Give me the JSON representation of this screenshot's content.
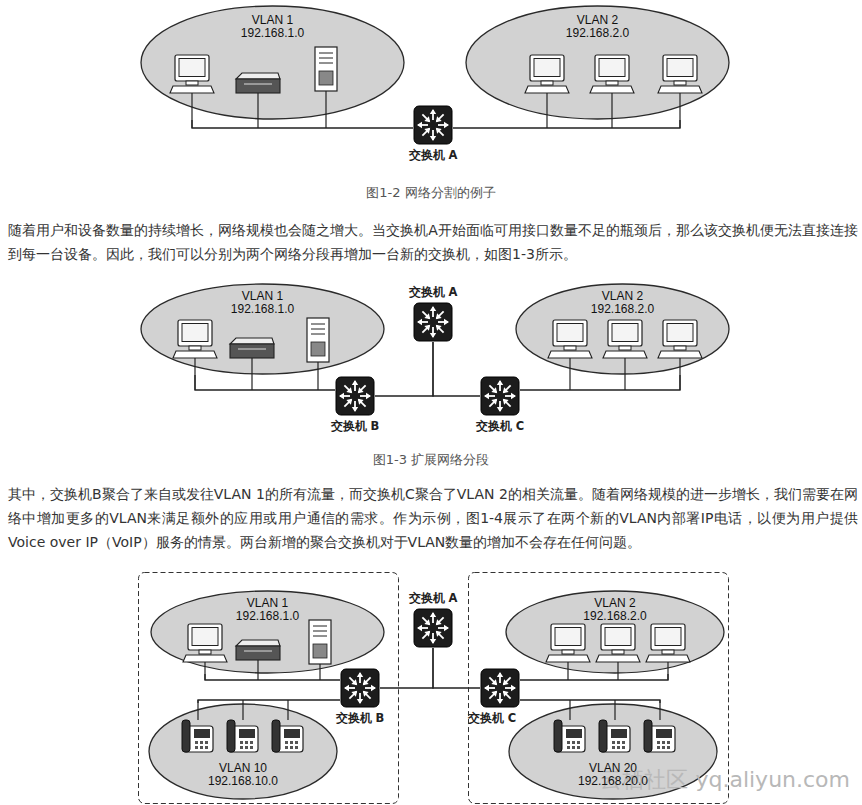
{
  "diagram": {
    "nodes": [
      {
        "text": [
          "VLAN 1",
          "192.168.1.0"
        ]
      },
      {
        "text": [
          "VLAN 2",
          "192.168.2.0"
        ]
      },
      {
        "text": [
          "交换机 A"
        ]
      },
      {
        "text": [
          "VLAN 1",
          "192.168.1.0"
        ]
      },
      {
        "text": [
          "交换机 A"
        ]
      },
      {
        "text": [
          "VLAN 2",
          "192.168.2.0"
        ]
      },
      {
        "text": [
          "交换机 B"
        ]
      },
      {
        "text": [
          "交换机 C"
        ]
      },
      {
        "text": [
          "VLAN 1",
          "192.168.1.0"
        ]
      },
      {
        "text": [
          "交换机 A"
        ]
      },
      {
        "text": [
          "VLAN 2",
          "192.168.2.0"
        ]
      },
      {
        "text": [
          "交换机 B"
        ]
      },
      {
        "text": [
          "交换机 C"
        ]
      },
      {
        "text": [
          "VLAN 10",
          "192.168.10.0"
        ]
      },
      {
        "text": [
          "VLAN 20",
          "192.168.20.0"
        ]
      }
    ],
    "edges": [
      {
        "from": 0,
        "to": 2,
        "arrow": "none"
      },
      {
        "from": 1,
        "to": 2,
        "arrow": "none"
      },
      {
        "from": 4,
        "to": 6,
        "arrow": "none"
      },
      {
        "from": 4,
        "to": 7,
        "arrow": "none"
      },
      {
        "from": 3,
        "to": 6,
        "arrow": "none"
      },
      {
        "from": 5,
        "to": 7,
        "arrow": "none"
      },
      {
        "from": 9,
        "to": 11,
        "arrow": "none"
      },
      {
        "from": 9,
        "to": 12,
        "arrow": "none"
      },
      {
        "from": 8,
        "to": 11,
        "arrow": "none"
      },
      {
        "from": 13,
        "to": 11,
        "arrow": "none"
      },
      {
        "from": 10,
        "to": 12,
        "arrow": "none"
      },
      {
        "from": 14,
        "to": 12,
        "arrow": "none"
      }
    ],
    "labels": [
      "图1-2 网络分割的例子",
      "随着用户和设备数量的持续增长，网络规模也会随之增大。当交换机A开始面临可用接口数量不足的瓶颈后，那么该交换机便无法直接连接到每一台设备。因此，我们可以分别为两个网络分段再增加一台新的交换机，如图1-3所示。",
      "图1-3 扩展网络分段",
      "其中，交换机B聚合了来自或发往VLAN 1的所有流量，而交换机C聚合了VLAN 2的相关流量。随着网络规模的进一步增长，我们需要在网络中增加更多的VLAN来满足额外的应用或用户通信的需求。作为示例，图1-4展示了在两个新的VLAN内部署IP电话，以便为用户提供Voice over IP（VoIP）服务的情景。两台新增的聚合交换机对于VLAN数量的增加不会存在任何问题。",
      "云栖社区 yq.aliyun.com"
    ]
  }
}
